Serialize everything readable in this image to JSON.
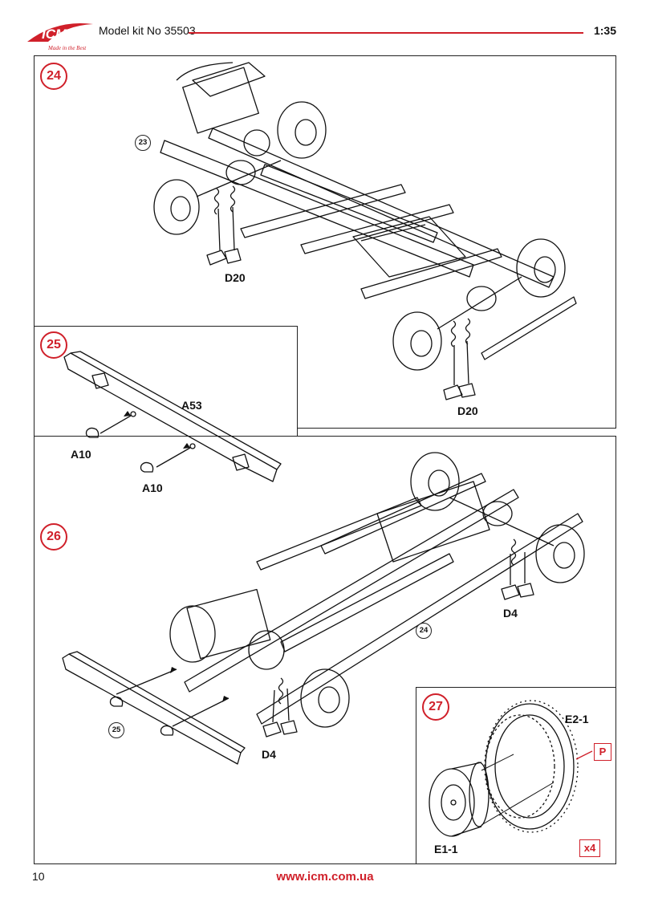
{
  "header": {
    "brand": "ICM",
    "brand_tagline": "Made in the Best",
    "kit_label": "Model kit No 35503",
    "scale": "1:35",
    "accent_color": "#d0202a"
  },
  "steps": [
    {
      "number": "24",
      "parts": [
        "D20",
        "D20"
      ],
      "ref_circle": "23"
    },
    {
      "number": "25",
      "parts": [
        "A53",
        "A10",
        "A10"
      ]
    },
    {
      "number": "26",
      "parts": [
        "D4",
        "D4"
      ],
      "ref_circles": [
        "24",
        "25"
      ]
    },
    {
      "number": "27",
      "parts": [
        "E2-1",
        "E1-1"
      ],
      "paint_code": "P",
      "quantity": "x4"
    }
  ],
  "footer": {
    "page_number": "10",
    "url": "www.icm.com.ua"
  }
}
